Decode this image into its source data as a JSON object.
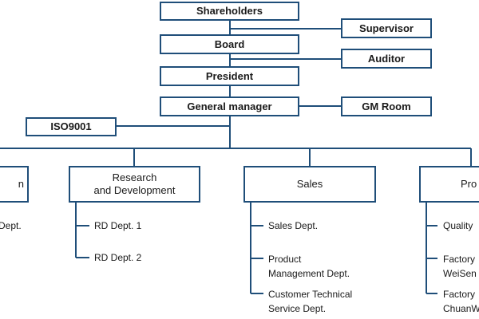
{
  "colors": {
    "line": "#1f4e79",
    "box_border": "#1f4e79",
    "text": "#1a1a1a"
  },
  "boxes": {
    "shareholders": "Shareholders",
    "supervisor": "Supervisor",
    "board": "Board",
    "auditor": "Auditor",
    "president": "President",
    "general_manager": "General manager",
    "gm_room": "GM Room",
    "iso": "ISO9001"
  },
  "departments": {
    "left_partial": {
      "label": "n",
      "items": [
        "Dept."
      ]
    },
    "rnd": {
      "label_line1": "Research",
      "label_line2": "and Development",
      "items": [
        "RD Dept. 1",
        "RD Dept. 2"
      ]
    },
    "sales": {
      "label": "Sales",
      "items": {
        "sales_dept": "Sales Dept.",
        "product_line1": "Product",
        "product_line2": "Management Dept.",
        "cts_line1": "Customer Technical",
        "cts_line2": "Service Dept."
      }
    },
    "right_partial": {
      "label": "Pro",
      "items": {
        "quality": "Quality",
        "factory1_line1": "Factory",
        "factory1_line2": "WeiSen",
        "factory2_line1": "Factory",
        "factory2_line2": "ChuanW"
      }
    }
  }
}
